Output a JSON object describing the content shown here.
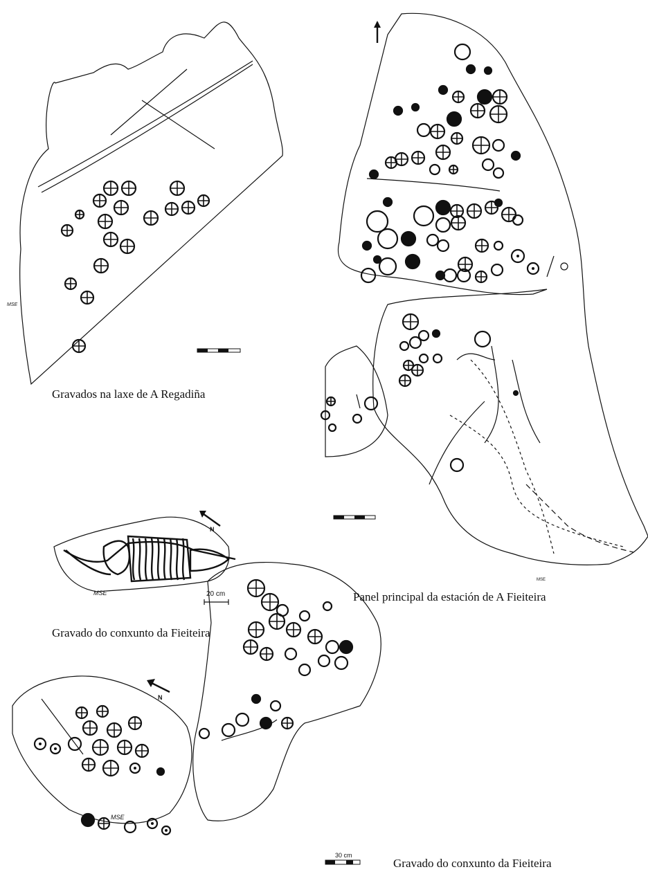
{
  "captions": {
    "regadina": "Gravados na laxe de A Regadiña",
    "fieiteira_main": "Panel principal da estación de A Fieiteira",
    "fieiteira_small": "Gravado do conxunto da Fieiteira",
    "fieiteira_bottom": "Gravado do conxunto da Fieiteira"
  },
  "scales": {
    "small_panel": "20 cm",
    "bottom_panel": "30 cm"
  },
  "initials": {
    "regadina": "MSE",
    "small_panel": "MSE",
    "bottom_panel": "MSE",
    "main": "MSE"
  },
  "north": {
    "label_small": "N",
    "label_bottom": "N"
  }
}
